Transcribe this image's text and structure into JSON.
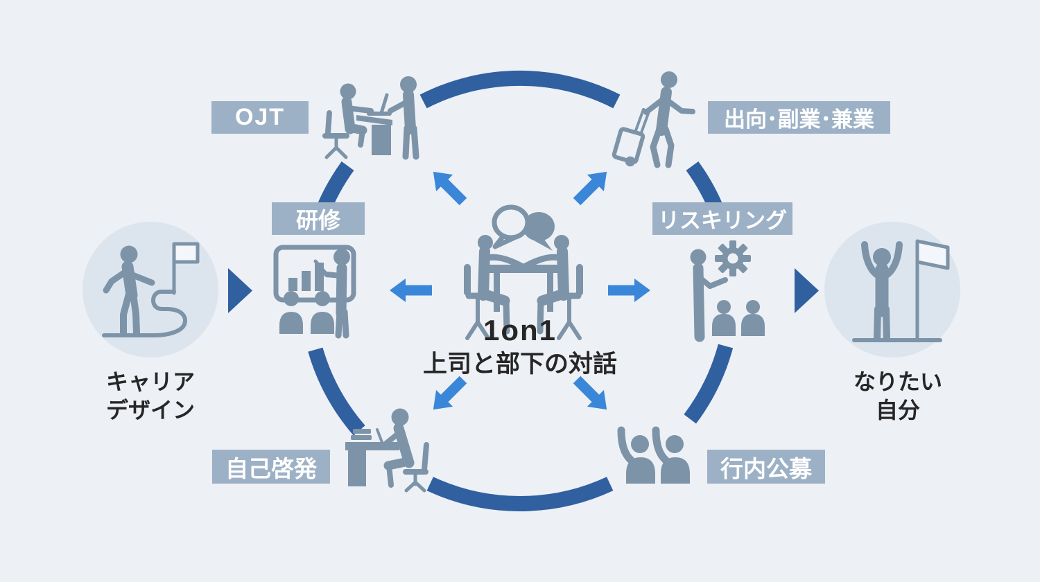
{
  "center": {
    "title": "1on1",
    "subtitle": "上司と部下の対話",
    "icon": "one-on-one-dialog-icon"
  },
  "start": {
    "lines": [
      "キャリア",
      "デザイン"
    ],
    "icon": "career-design-icon"
  },
  "goal": {
    "lines": [
      "なりたい",
      "自分"
    ],
    "icon": "ideal-self-icon"
  },
  "nodes": [
    {
      "label": "OJT",
      "icon": "ojt-desk-coaching-icon",
      "position": "top-left"
    },
    {
      "label": "出向･副業･兼業",
      "icon": "secondment-traveler-icon",
      "position": "top-right"
    },
    {
      "label": "研修",
      "icon": "training-presentation-icon",
      "position": "left"
    },
    {
      "label": "リスキリング",
      "icon": "reskilling-gear-icon",
      "position": "right"
    },
    {
      "label": "自己啓発",
      "icon": "self-study-desk-icon",
      "position": "bottom-left"
    },
    {
      "label": "行内公募",
      "icon": "internal-job-posting-icon",
      "position": "bottom-right"
    }
  ],
  "colors": {
    "background": "#edf0f5",
    "ring_blue": "#30609f",
    "arrow_blue": "#3a87d9",
    "icon_gray_blue": "#7d93a8",
    "badge_background": "#9db1c6",
    "badge_text": "#ffffff",
    "label_text": "#262626",
    "side_circle": "#dce5ee",
    "flag_fill": "#f3f6fa"
  }
}
